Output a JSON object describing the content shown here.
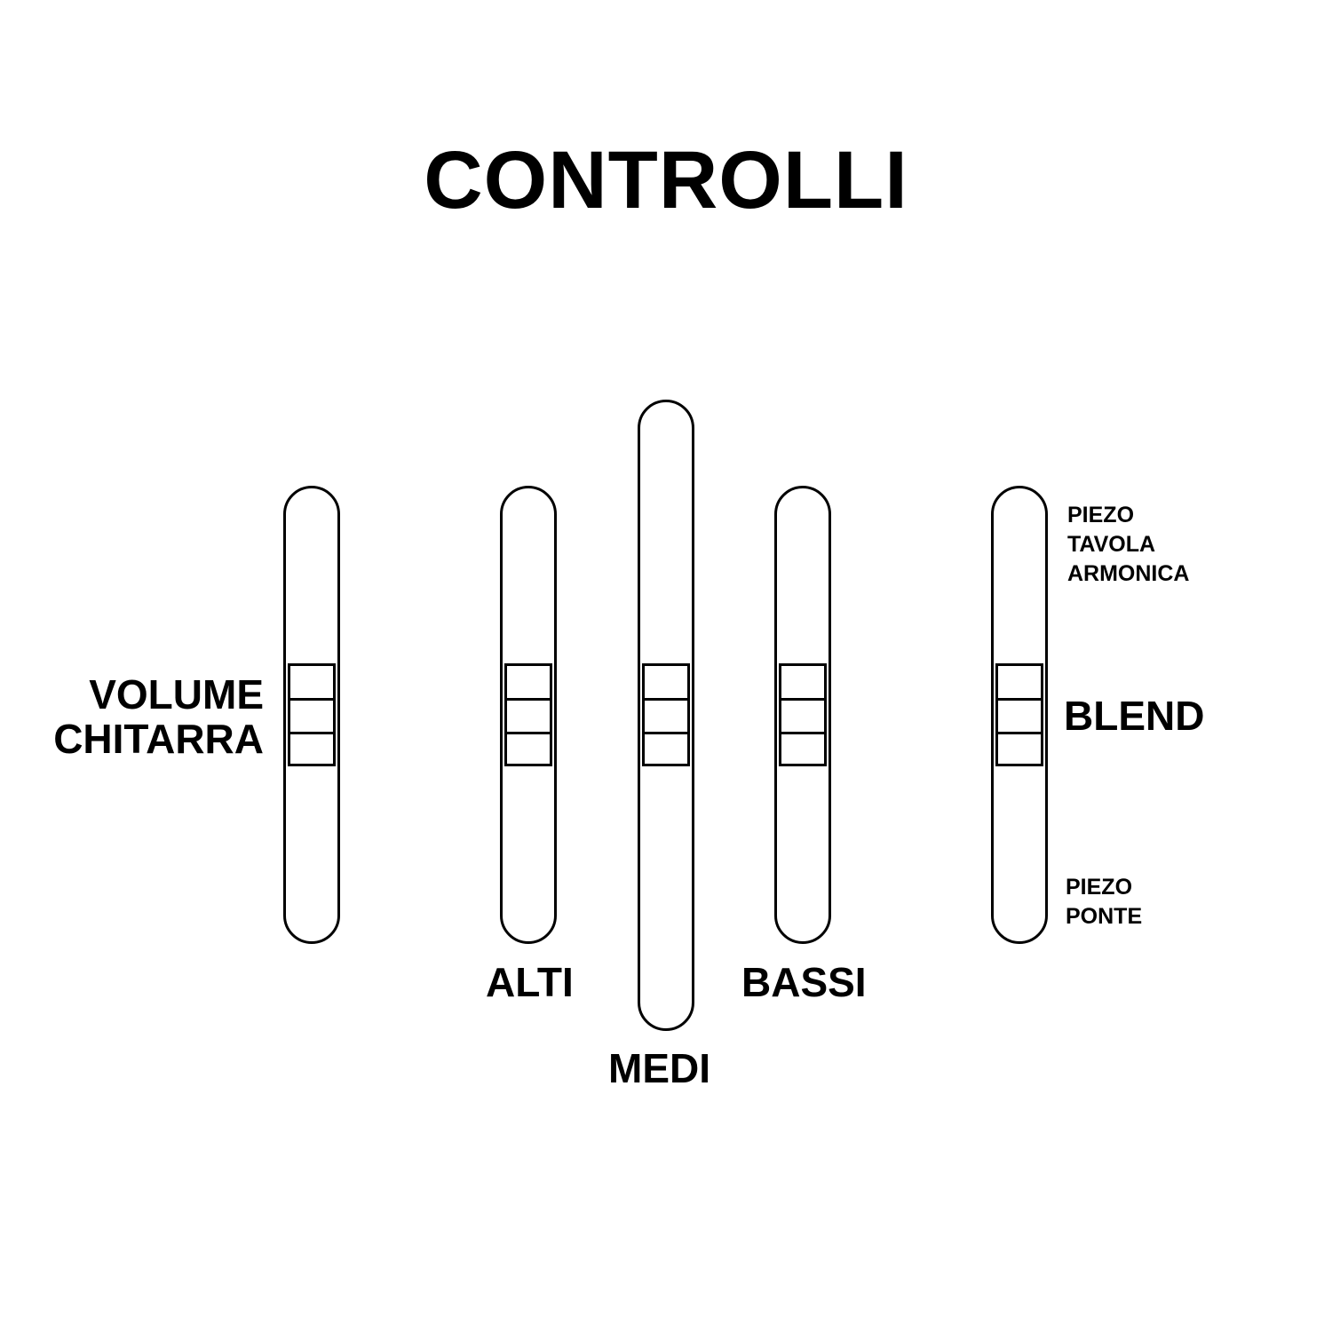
{
  "title": "CONTROLLI",
  "controls": {
    "volume": {
      "label_line1": "VOLUME",
      "label_line2": "CHITARRA"
    },
    "alti": {
      "label": "ALTI"
    },
    "medi": {
      "label": "MEDI"
    },
    "bassi": {
      "label": "BASSI"
    },
    "blend": {
      "label": "BLEND",
      "top_line1": "PIEZO",
      "top_line2": "TAVOLA",
      "top_line3": "ARMONICA",
      "bottom_line1": "PIEZO",
      "bottom_line2": "PONTE"
    }
  }
}
